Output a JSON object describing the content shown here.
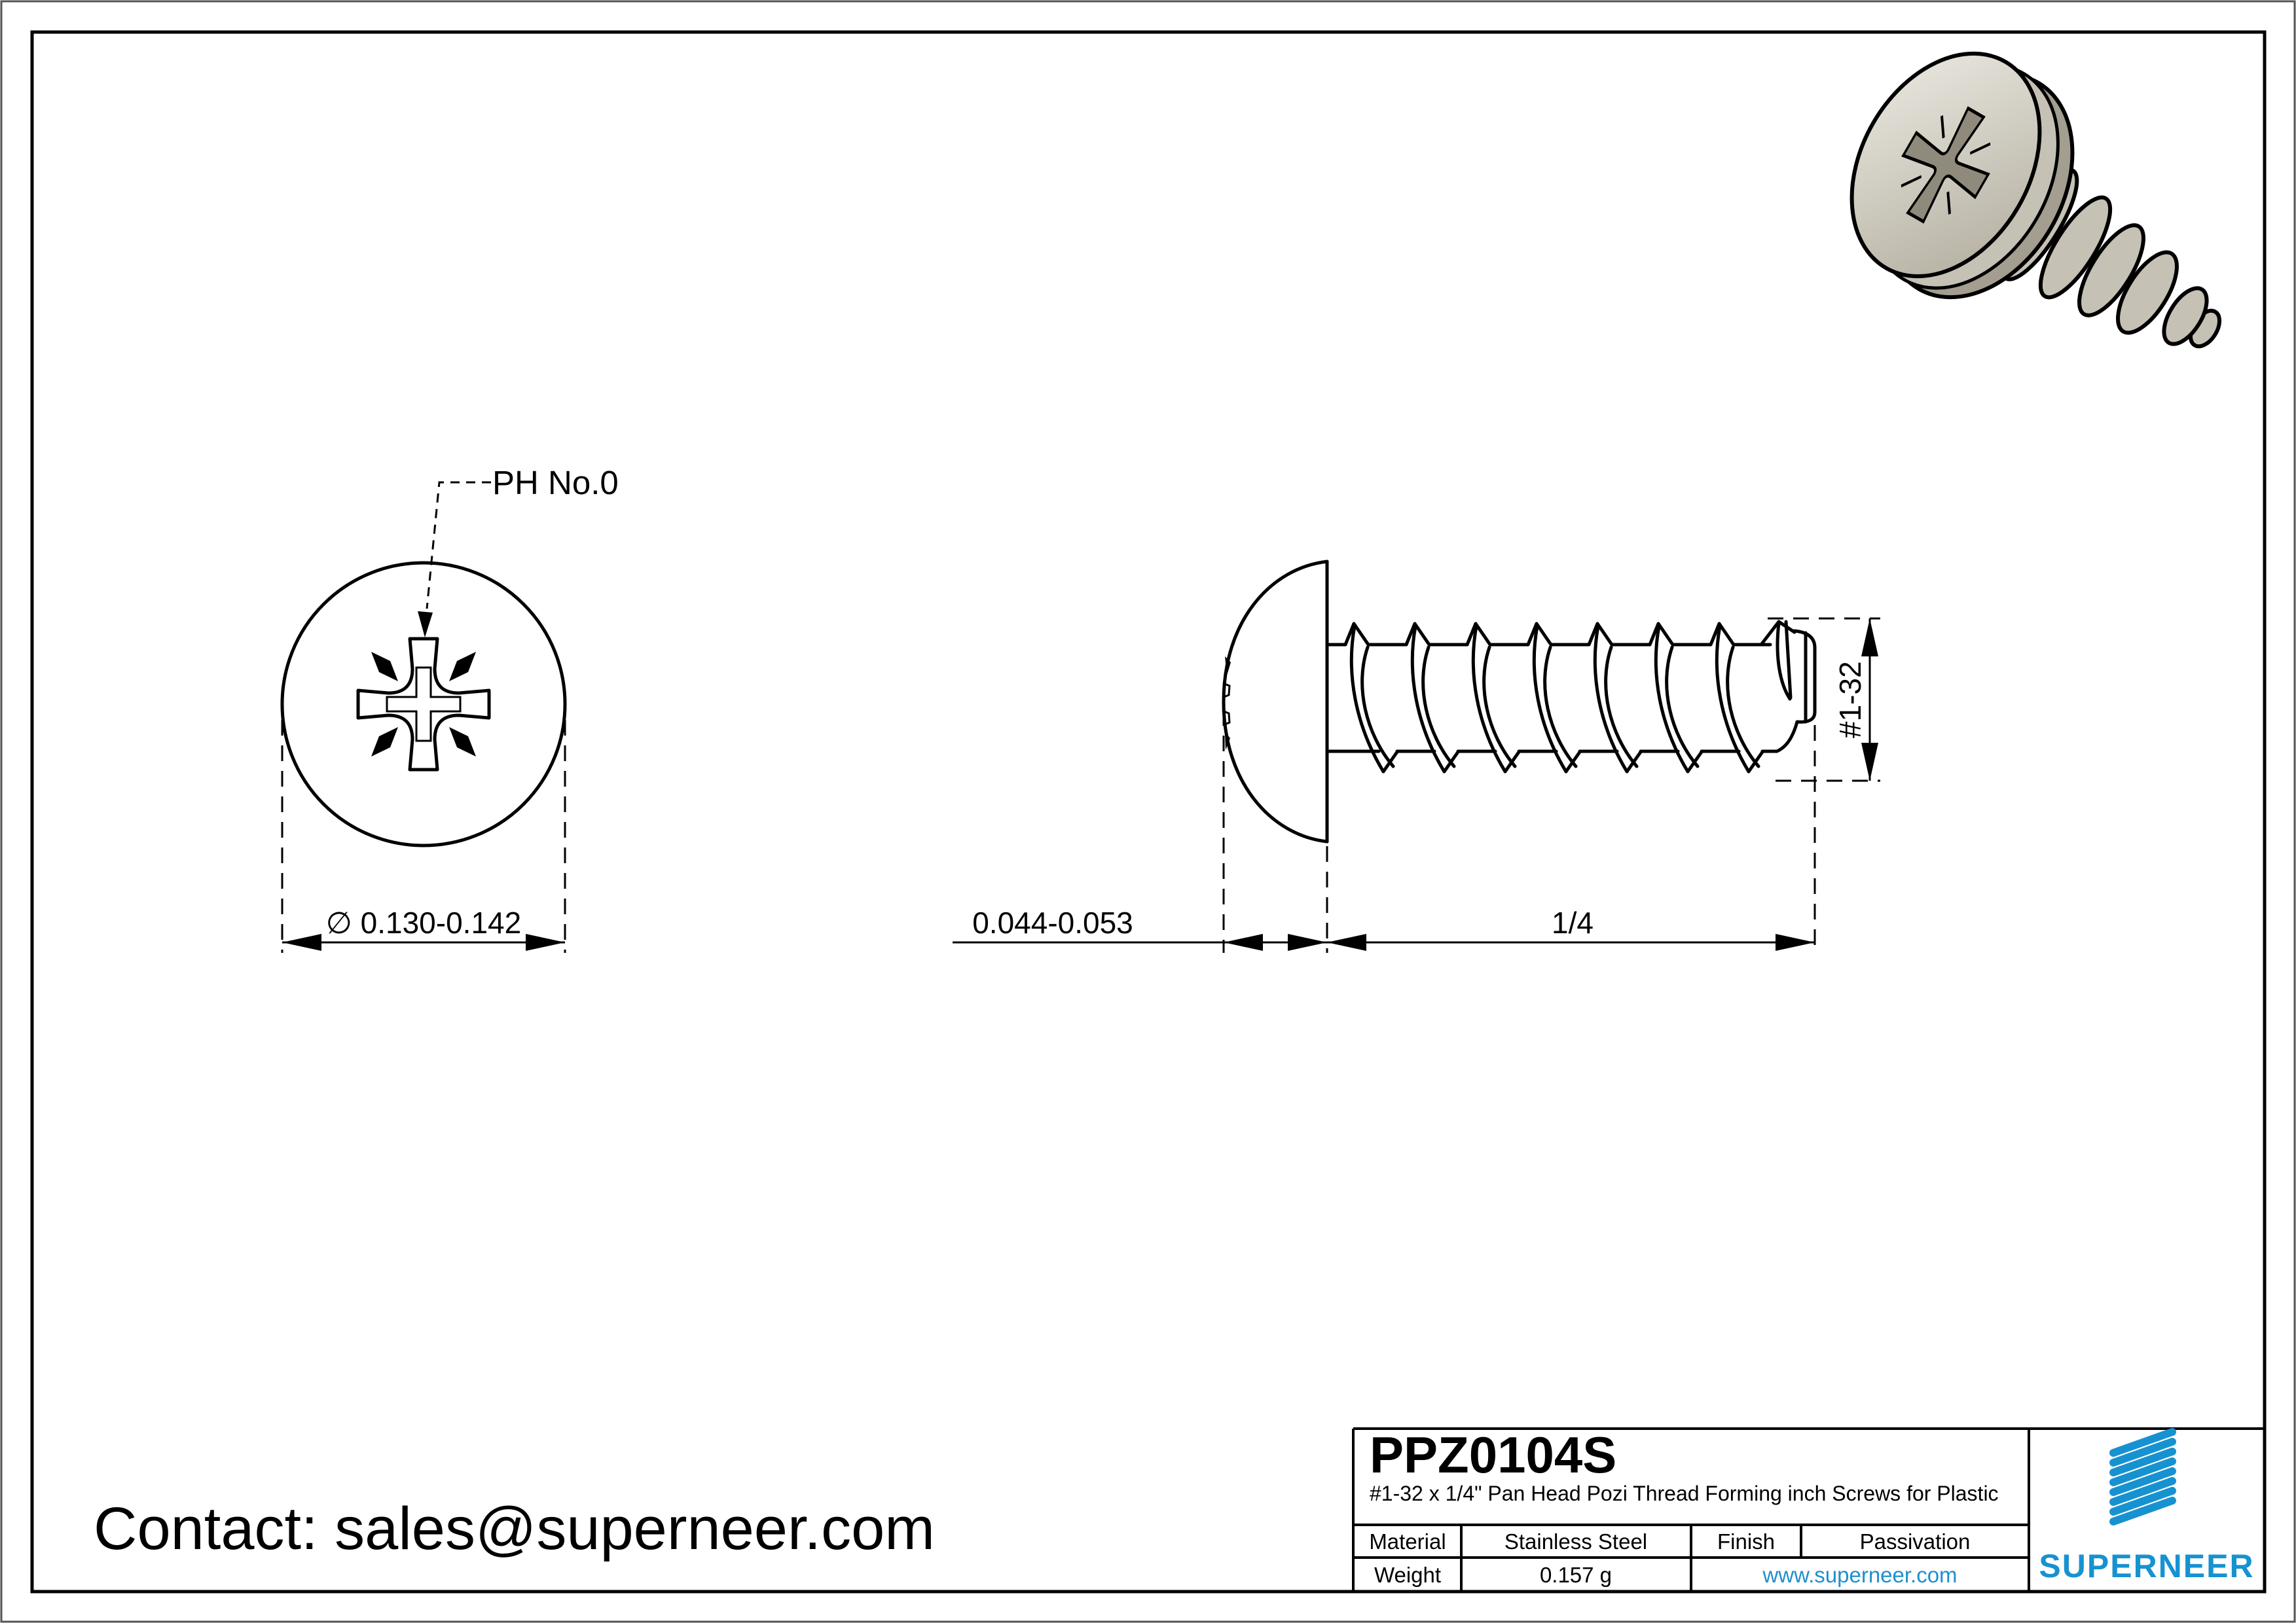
{
  "views": {
    "front": {
      "callout": "PH No.0",
      "diameter_dim": "∅ 0.130-0.142"
    },
    "side": {
      "head_height_dim": "0.044-0.053",
      "length_dim": "1/4",
      "thread_dim": "#1-32"
    }
  },
  "contact": {
    "line": "Contact: sales@superneer.com"
  },
  "title_block": {
    "part_number": "PPZ0104S",
    "description": "#1-32 x 1/4\" Pan Head Pozi Thread Forming inch Screws for Plastic",
    "material_label": "Material",
    "material_value": "Stainless Steel",
    "finish_label": "Finish",
    "finish_value": "Passivation",
    "weight_label": "Weight",
    "weight_value": "0.157 g",
    "website": "www.superneer.com",
    "brand": "SUPERNEER"
  },
  "colors": {
    "brand_blue": "#1792D0",
    "link_blue": "#1E8FD0"
  }
}
